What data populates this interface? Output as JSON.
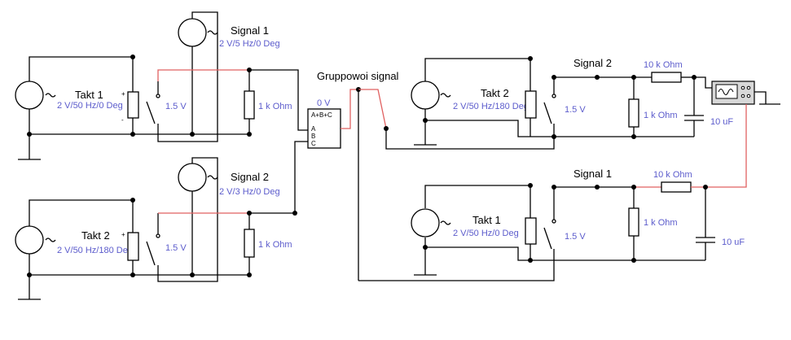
{
  "circuit": {
    "left_top": {
      "clock": {
        "name": "Takt 1",
        "value": "2 V/50 Hz/0 Deg"
      },
      "switch_value": "1.5 V",
      "signal": {
        "name": "Signal 1",
        "value": "2 V/5 Hz/0 Deg"
      },
      "resistor": "1 k Ohm"
    },
    "left_bottom": {
      "clock": {
        "name": "Takt 2",
        "value": "2 V/50 Hz/180 Deg"
      },
      "switch_value": "1.5 V",
      "signal": {
        "name": "Signal 2",
        "value": "2 V/3 Hz/0 Deg"
      },
      "resistor": "1 k Ohm"
    },
    "adder": {
      "output_value": "0 V",
      "label": "A+B+C",
      "inputs": [
        "A",
        "B",
        "C"
      ]
    },
    "group_label": "Gruppowoi signal",
    "right_top": {
      "clock": {
        "name": "Takt 2",
        "value": "2 V/50 Hz/180 Deg"
      },
      "switch_value": "1.5 V",
      "section_label": "Signal 2",
      "resistor": "1 k Ohm",
      "filter_resistor": "10 k Ohm",
      "capacitor": "10 uF"
    },
    "right_bottom": {
      "clock": {
        "name": "Takt 1",
        "value": "2 V/50 Hz/0 Deg"
      },
      "switch_value": "1.5 V",
      "section_label": "Signal 1",
      "resistor": "1 k Ohm",
      "filter_resistor": "10 k Ohm",
      "capacitor": "10 uF"
    },
    "colors": {
      "wire": "#000000",
      "signal_wire": "#e06060",
      "value_text": "#5c5ccc"
    }
  }
}
